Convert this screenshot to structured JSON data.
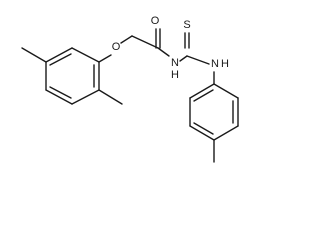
{
  "molecule": {
    "atoms": {
      "o_ether": "O",
      "o_carbonyl": "O",
      "n_amide": "N",
      "nh_amide": "H",
      "s_thio": "S",
      "n_aryl": "N",
      "nh_aryl": "H"
    }
  },
  "colors": {
    "bond": "#1a1a1a",
    "label": "#1a1a1a",
    "background": "#ffffff"
  }
}
